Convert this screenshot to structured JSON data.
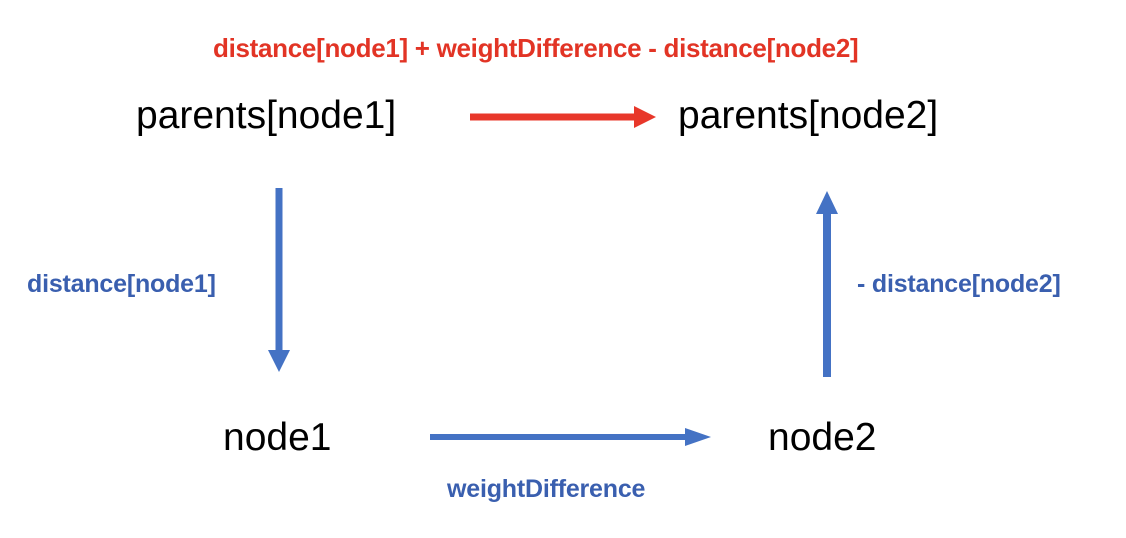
{
  "diagram": {
    "title_formula": "distance[node1] + weightDifference - distance[node2]",
    "nodes": {
      "parent_left": "parents[node1]",
      "parent_right": "parents[node2]",
      "leaf_left": "node1",
      "leaf_right": "node2"
    },
    "edges": {
      "left_down_label": "distance[node1]",
      "right_up_label": "- distance[node2]",
      "bottom_label": "weightDifference"
    },
    "colors": {
      "accent_red": "#E23425",
      "accent_blue": "#4472C4",
      "label_blue": "#3A5FAF",
      "node_text": "#000000",
      "background": "#FFFFFF"
    }
  }
}
